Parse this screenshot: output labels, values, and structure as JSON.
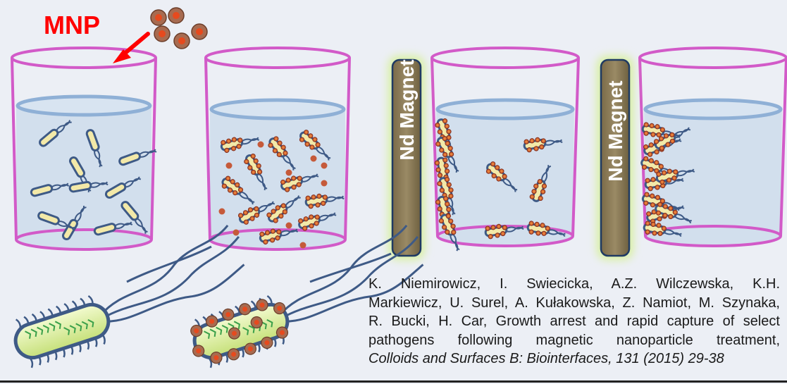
{
  "labels": {
    "mnp": "MNP",
    "magnet_1": "Nd Magnet",
    "magnet_2": "Nd Magnet"
  },
  "citation": {
    "lines": [
      "K. Niemirowicz, I. Swiecicka, A.Z. Wilczewska, K.H.",
      "Markiewicz, U. Surel, A. Kułakowska, Z. Namiot, M. Szynaka,",
      "R. Bucki, H. Car, Growth arrest and rapid capture of select",
      "pathogens following magnetic nanoparticle treatment,",
      "Colloids and Surfaces B: Biointerfaces, 131 (2015) 29-38"
    ]
  },
  "colors": {
    "background": "#eceff5",
    "beaker_outline": "#d25ac8",
    "water": "#c9d9ea",
    "water_surface": "#8fb0d6",
    "magnet": "#8a7a55",
    "magnet_glow": "#d8f0a0",
    "nanoparticle": "#c55a3a",
    "bacterium_body": "#dcef9c",
    "bacterium_outline": "#3e5a86",
    "label_red": "#ff0000"
  },
  "icons": [
    "beaker-icon",
    "magnet-icon",
    "bacterium-icon",
    "nanoparticle-icon",
    "arrow-icon"
  ]
}
